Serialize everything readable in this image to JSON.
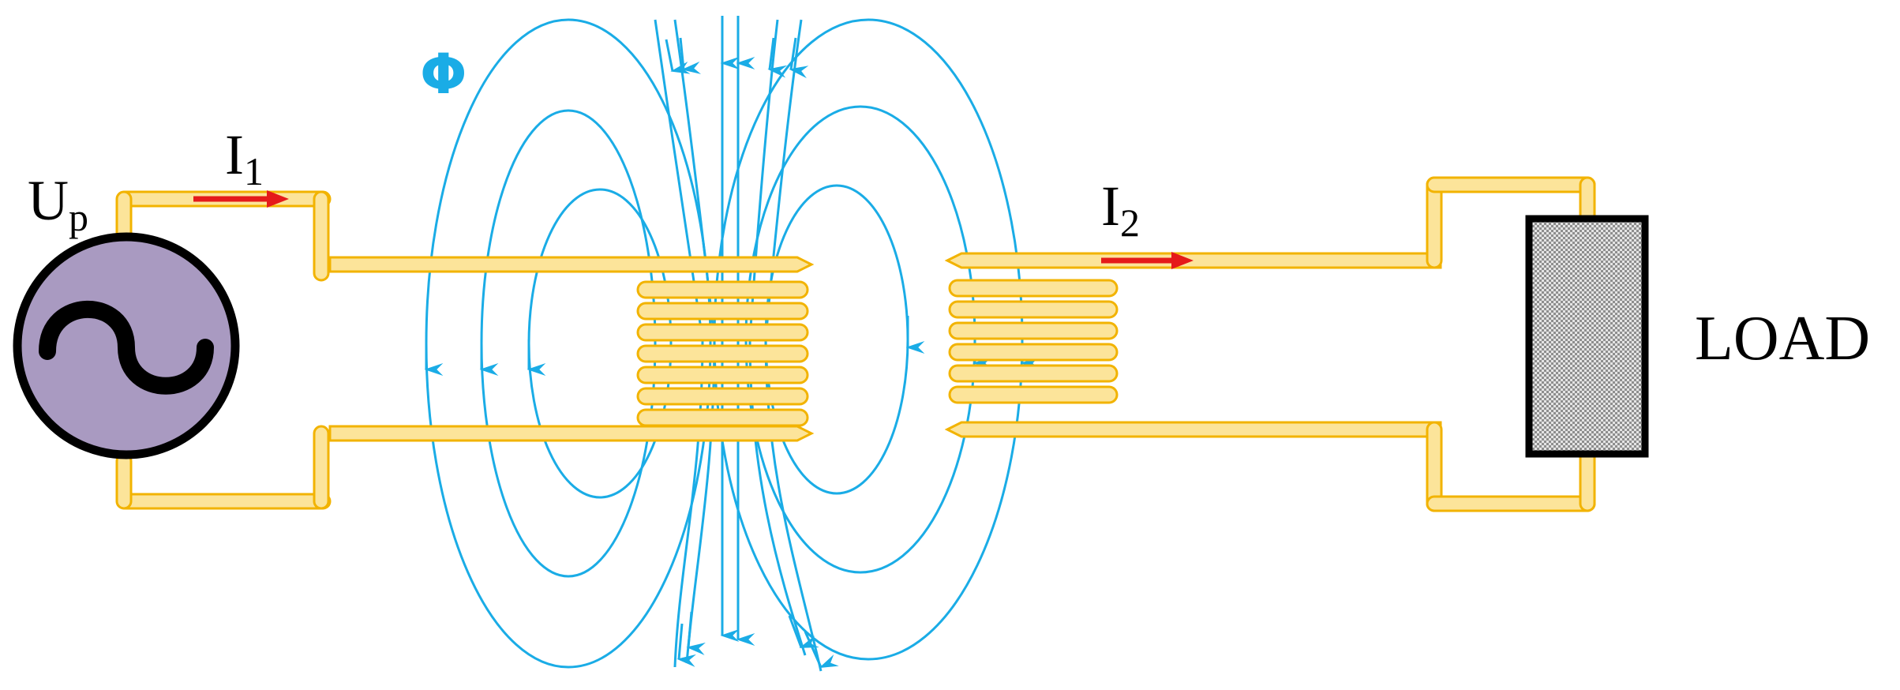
{
  "labels": {
    "source_voltage_main": "U",
    "source_voltage_sub": "p",
    "primary_current_main": "I",
    "primary_current_sub": "1",
    "secondary_current_main": "I",
    "secondary_current_sub": "2",
    "flux_symbol": "Φ",
    "load": "LOAD"
  },
  "colors": {
    "conductor_fill": "#FCE49A",
    "conductor_edge": "#F2B300",
    "flux_lines": "#1AACE6",
    "current_arrows": "#E51A1A",
    "source_fill": "#A99AC1",
    "load_fill": "#BDBDBD",
    "outline": "#000000"
  },
  "components": {
    "source_symbol": "ac-source-icon",
    "load_symbol": "load-block"
  }
}
